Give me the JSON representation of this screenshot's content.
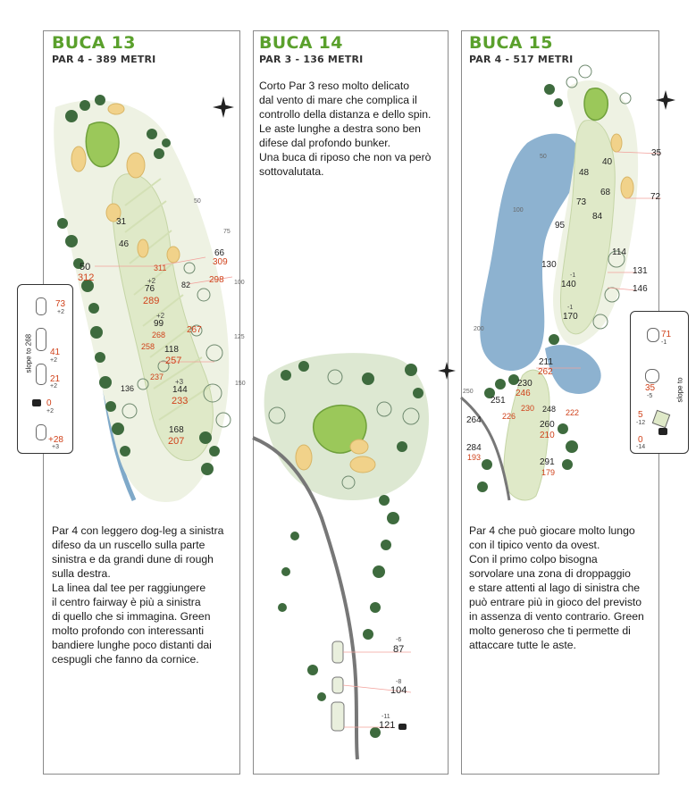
{
  "holes": [
    {
      "title": "BUCA 13",
      "subtitle": "PAR 4 - 389 METRI",
      "description": "Par 4 con leggero dog-leg a sinistra\ndifeso da un ruscello sulla parte\nsinistra e da grandi dune di rough\nsulla destra.\nLa linea dal tee per raggiungere\nil centro fairway è più a sinistra\ndi quello che si immagina. Green\nmolto profondo con interessanti\nbandiere lunghe poco distanti dai\ncespugli che fanno da cornice.",
      "map_labels": {
        "d31": "31",
        "d46": "46",
        "d50": "50",
        "d312": "312",
        "d311": "311",
        "d66": "66",
        "d309": "309",
        "d76": "76",
        "d289": "289",
        "d82": "82",
        "d298": "298",
        "d99": "99",
        "d268": "268",
        "d258": "258",
        "d118": "118",
        "d257": "257",
        "d267": "267",
        "d136": "136",
        "d237": "237",
        "d144": "144",
        "d233": "233",
        "d168": "168",
        "d207": "207",
        "p2a": "+2",
        "p2b": "+2",
        "p3": "+3",
        "t50": "50",
        "t75": "75",
        "t100": "100",
        "t125": "125",
        "t150": "150"
      },
      "slope": {
        "label": "slope to 268",
        "items": [
          {
            "value": "73",
            "delta": "+2"
          },
          {
            "value": "41",
            "delta": "+2"
          },
          {
            "value": "21",
            "delta": "+2"
          },
          {
            "value": "0",
            "delta": "+2"
          },
          {
            "value": "+28",
            "delta": "+3"
          }
        ]
      }
    },
    {
      "title": "BUCA 14",
      "subtitle": "PAR 3 - 136 METRI",
      "description": "Corto Par 3 reso molto delicato\ndal vento di mare che complica il\ncontrollo della distanza e dello spin.\nLe aste lunghe a destra sono ben\ndifese dal profondo bunker.\nUna buca di riposo che non va però\nsottovalutata.",
      "tees": [
        {
          "value": "87",
          "delta": "-6"
        },
        {
          "value": "104",
          "delta": "-8"
        },
        {
          "value": "121",
          "delta": "-11"
        }
      ]
    },
    {
      "title": "BUCA 15",
      "subtitle": "PAR 4 - 517 METRI",
      "description": "Par 4 che può giocare molto lungo\ncon il tipico vento da ovest.\nCon il primo colpo bisogna\nsorvolare una zona di droppaggio\ne stare attenti al lago di sinistra che\npuò entrare più in gioco del previsto\nin assenza di vento contrario. Green\nmolto generoso che ti permette di\nattaccare tutte le aste.",
      "map_labels": {
        "d35": "35",
        "d40": "40",
        "d48": "48",
        "d72": "72",
        "d68": "68",
        "d73": "73",
        "d84": "84",
        "d95": "95",
        "d114": "114",
        "d130": "130",
        "d131": "131",
        "d140": "140",
        "d146": "146",
        "d170": "170",
        "d211": "211",
        "d262": "262",
        "d230": "230",
        "d246": "246",
        "d251": "251",
        "d226": "226",
        "d230b": "230",
        "d248": "248",
        "d222": "222",
        "d264": "264",
        "d260": "260",
        "d210": "210",
        "d284": "284",
        "d193": "193",
        "d291": "291",
        "d179": "179",
        "m1a": "-1",
        "m1b": "-1",
        "t50": "50",
        "t100": "100",
        "t200": "200",
        "t250": "250"
      },
      "slope": {
        "label": "slope to",
        "items": [
          {
            "value": "71",
            "delta": "-1"
          },
          {
            "value": "35",
            "delta": "-5"
          },
          {
            "value": "5",
            "delta": "-12"
          },
          {
            "value": "0",
            "delta": "-14"
          }
        ]
      }
    }
  ]
}
